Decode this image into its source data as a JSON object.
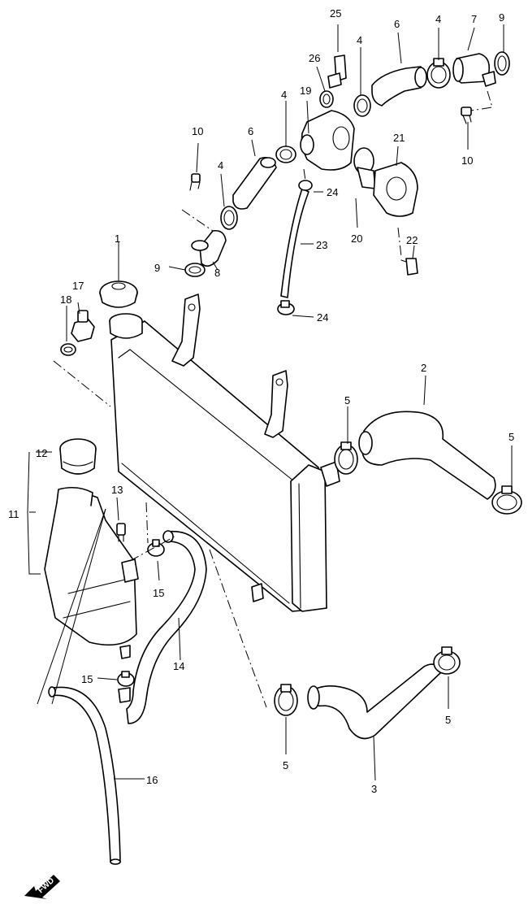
{
  "callouts": {
    "p1": "1",
    "p2": "2",
    "p3": "3",
    "p4a": "4",
    "p4b": "4",
    "p4c": "4",
    "p5a": "5",
    "p5b": "5",
    "p5c": "5",
    "p5d": "5",
    "p6a": "6",
    "p6b": "6",
    "p7": "7",
    "p8": "8",
    "p9a": "9",
    "p9b": "9",
    "p10a": "10",
    "p10b": "10",
    "p11": "11",
    "p12": "12",
    "p13": "13",
    "p14": "14",
    "p15a": "15",
    "p15b": "15",
    "p16": "16",
    "p17": "17",
    "p18": "18",
    "p19": "19",
    "p20": "20",
    "p21": "21",
    "p22": "22",
    "p23": "23",
    "p24a": "24",
    "p24b": "24",
    "p25": "25",
    "p26": "26"
  },
  "fwd_label": "FWD"
}
